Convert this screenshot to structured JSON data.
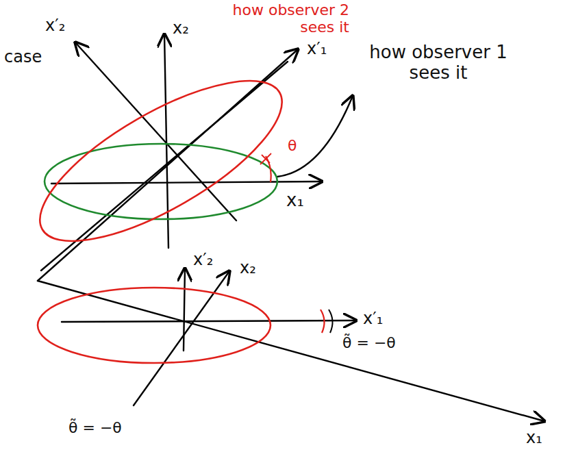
{
  "diagram": {
    "labels": [
      "how observer 2 sees it",
      "how observer 1 sees it",
      "case",
      "x′₂",
      "x₂",
      "x′₁",
      "θ",
      "x₁",
      "x′₂",
      "x₂",
      "x′₁",
      "θ̃ = −θ",
      "θ̃ = −θ",
      "x₁"
    ]
  }
}
